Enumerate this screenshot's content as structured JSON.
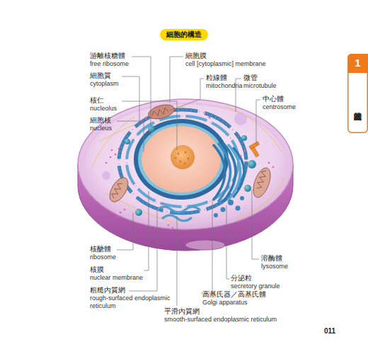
{
  "diagram": {
    "title": "細胞的構造",
    "nodes": [
      {
        "text": [
          "1",
          "人體的基礎知識"
        ]
      }
    ],
    "labels": [
      "游離核糖體",
      "free ribosome",
      "細胞質",
      "cytoplasm",
      "核仁",
      "nucleolus",
      "細胞核",
      "nucleus",
      "細胞膜",
      "cell [cytoplasmic] membrane",
      "粒線體",
      "mitochondria",
      "微管",
      "microtubule",
      "中心體",
      "centrosome",
      "核醣體",
      "ribosome",
      "核膜",
      "nuclear membrane",
      "粗糙內質網",
      "rough-surfaced endoplasmic reticulum",
      "平滑內質網",
      "smooth-surfaced endoplasmic reticulum",
      "高基氏器／高基氏體",
      "Golgi apparatus",
      "分泌粒",
      "secretory granule",
      "溶酶體",
      "lysosome",
      "011"
    ]
  }
}
